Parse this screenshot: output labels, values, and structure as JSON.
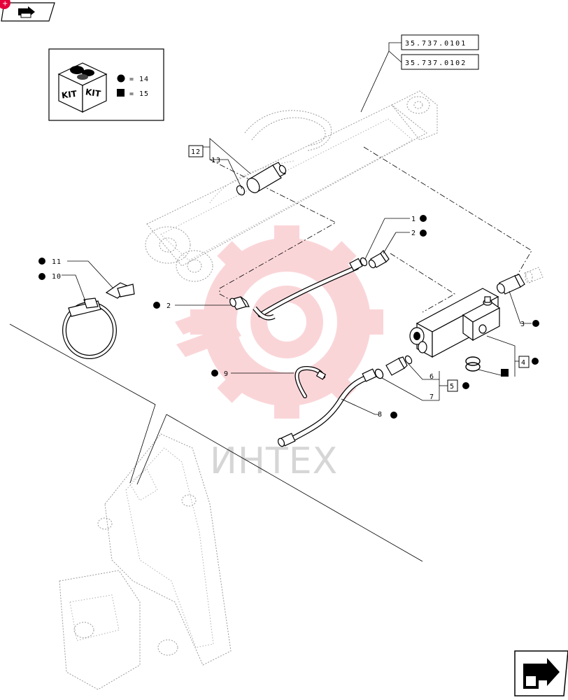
{
  "nav": {
    "prev_icon": "arrow-back-icon",
    "next_icon": "arrow-forward-icon",
    "accent": "#e4003a"
  },
  "kit_box": {
    "kit_word_1": "KIT",
    "kit_word_2": "KIT",
    "circle_ref": "= 14",
    "square_ref": "= 15"
  },
  "references": {
    "ref_1": "35.737.0101",
    "ref_2": "35.737.0102"
  },
  "callouts": {
    "c1": "1",
    "c2a": "2",
    "c2b": "2",
    "c3": "3",
    "c4": "4",
    "c5": "5",
    "c6": "6",
    "c7": "7",
    "c8": "8",
    "c9": "9",
    "c10": "10",
    "c11": "11",
    "c12": "12",
    "c13": "13"
  },
  "watermark": {
    "text": "ИНТЕХ",
    "color": "#f2a0a8"
  }
}
